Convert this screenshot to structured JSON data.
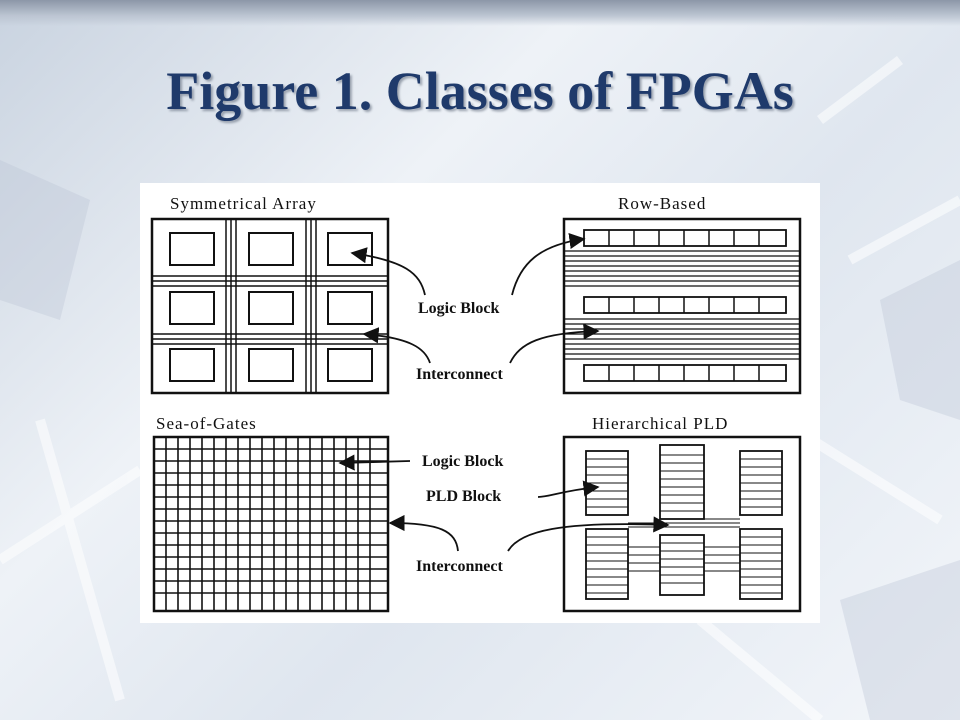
{
  "title": "Figure 1. Classes of FPGAs",
  "colors": {
    "title": "#1f3a6b",
    "ink": "#111111",
    "background": "#e6ebf2"
  },
  "panels": {
    "symmetrical": {
      "title": "Symmetrical Array"
    },
    "row_based": {
      "title": "Row-Based"
    },
    "sea_of_gates": {
      "title": "Sea-of-Gates"
    },
    "hierarchical": {
      "title": "Hierarchical PLD"
    }
  },
  "callouts": {
    "top_logic_block": "Logic Block",
    "top_interconnect": "Interconnect",
    "bottom_logic_block": "Logic Block",
    "bottom_pld_block": "PLD Block",
    "bottom_interconnect": "Interconnect"
  }
}
